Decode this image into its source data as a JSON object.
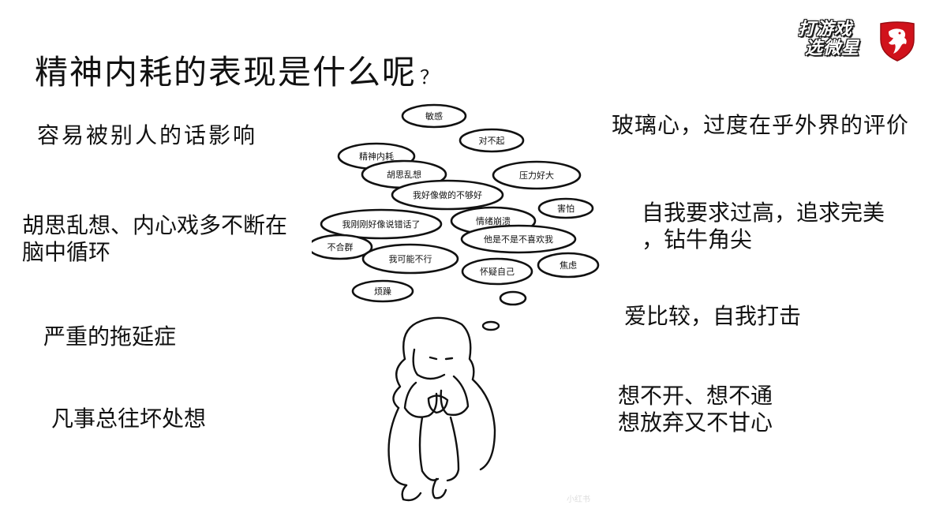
{
  "title": {
    "text": "精神内耗的表现是什么呢",
    "mark": "？"
  },
  "logo": {
    "line1": "打游戏",
    "line2": "选微星"
  },
  "left_items": [
    {
      "text": "容易被别人的话影响"
    },
    {
      "text": "胡思乱想、内心戏多不断在",
      "text2": "脑中循环"
    },
    {
      "text": "严重的拖延症"
    },
    {
      "text": "凡事总往坏处想"
    }
  ],
  "right_items": [
    {
      "text": "玻璃心，过度在乎外界的评价"
    },
    {
      "text": "自我要求过高，追求完美",
      "text2": "，钻牛角尖"
    },
    {
      "text": "爱比较，自我打击"
    },
    {
      "text": "想不开、想不通",
      "text2": "想放弃又不甘心"
    }
  ],
  "bubbles": [
    "敏感",
    "对不起",
    "精神内耗",
    "胡思乱想",
    "压力好大",
    "我好像做的不够好",
    "害怕",
    "我刚刚好像说错话了",
    "情绪崩溃",
    "他是不是不喜欢我",
    "不合群",
    "我可能不行",
    "怀疑自己",
    "焦虑",
    "烦躁"
  ],
  "watermark": "小红书",
  "colors": {
    "accent_red": "#d0121b",
    "text": "#111111"
  }
}
